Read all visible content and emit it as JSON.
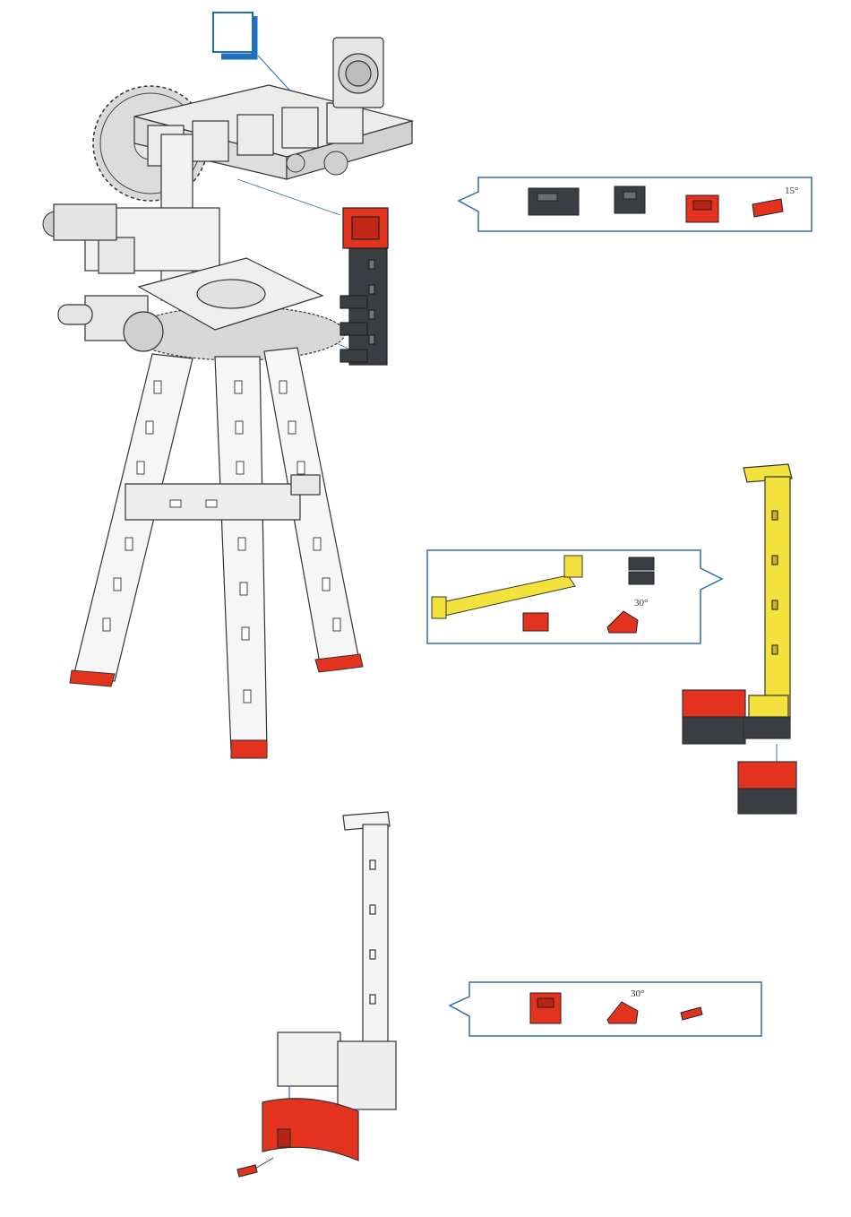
{
  "colors": {
    "step_marker": "#1f6fc0",
    "callout_border": "#2f6db5",
    "red_part": "#e3321e",
    "dark_part": "#3a3d42",
    "yellow_part": "#f4e23c",
    "outline": "#333333",
    "light_part": "#f4f4f4",
    "grey_part": "#d5d5d5"
  },
  "step_marker": {
    "number": ""
  },
  "callouts": [
    {
      "id": "parts-top",
      "angle_label": "15°"
    },
    {
      "id": "parts-middle",
      "angle_label": "30°"
    },
    {
      "id": "parts-bottom",
      "angle_label": "30°"
    }
  ]
}
